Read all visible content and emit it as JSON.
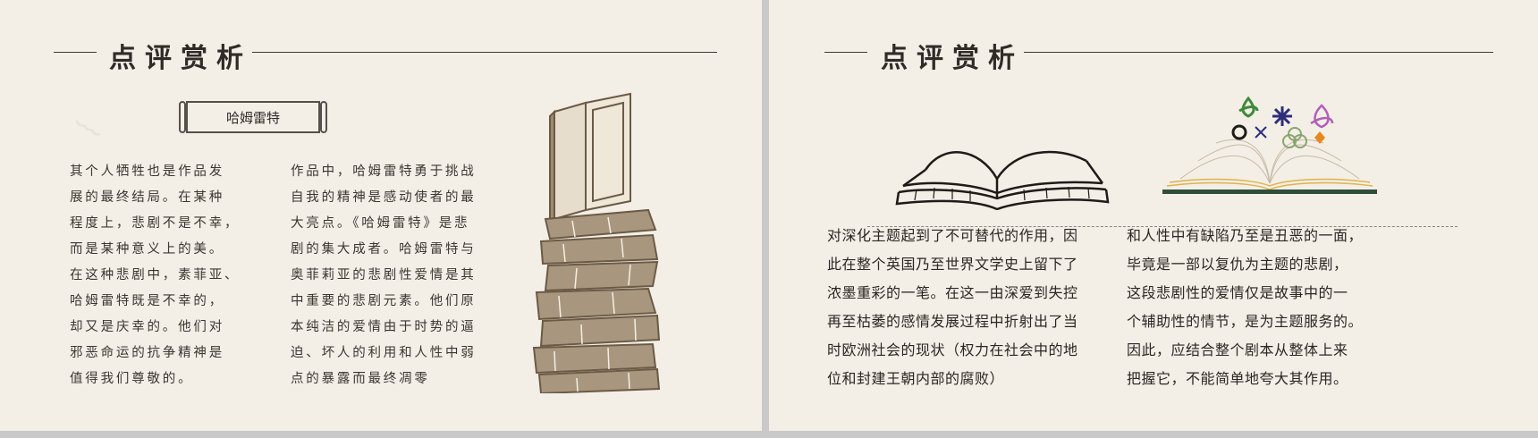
{
  "left_slide": {
    "title": "点评赏析",
    "label": "哈姆雷特",
    "col1": [
      "其个人牺牲也是作品发",
      "展的最终结局。在某种",
      "程度上，悲剧不是不幸，",
      "而是某种意义上的美。",
      "在这种悲剧中，素菲亚、",
      "哈姆雷特既是不幸的，",
      "却又是庆幸的。他们对",
      "邪恶命运的抗争精神是",
      "值得我们尊敬的。"
    ],
    "col2": [
      "作品中，哈姆雷特勇于挑战",
      "自我的精神是感动使者的最",
      "大亮点。《哈姆雷特》是悲",
      "剧的集大成者。哈姆雷特与",
      "奥菲莉亚的悲剧性爱情是其",
      "中重要的悲剧元素。他们原",
      "本纯洁的爱情由于时势的逼",
      "迫、坏人的利用和人性中弱",
      "点的暴露而最终凋零"
    ]
  },
  "right_slide": {
    "title": "点评赏析",
    "col1": [
      "对深化主题起到了不可替代的作用，因",
      "此在整个英国乃至世界文学史上留下了",
      "浓墨重彩的一笔。在这一由深爱到失控",
      "再至枯萎的感情发展过程中折射出了当",
      "时欧洲社会的现状（权力在社会中的地",
      "位和封建王朝内部的腐败）"
    ],
    "col2": [
      "和人性中有缺陷乃至是丑恶的一面，",
      "毕竟是一部以复仇为主题的悲剧，",
      "这段悲剧性的爱情仅是故事中的一",
      "个辅助性的情节，是为主题服务的。",
      "因此，应结合整个剧本从整体上来",
      "把握它，不能简单地夸大其作用。"
    ]
  },
  "colors": {
    "background": "#f3efe7",
    "ink": "#2f2b27",
    "book_sepia": "#6b5a45"
  },
  "icons": [
    "book-stack-illustration",
    "open-book-illustration",
    "magic-book-illustration"
  ]
}
